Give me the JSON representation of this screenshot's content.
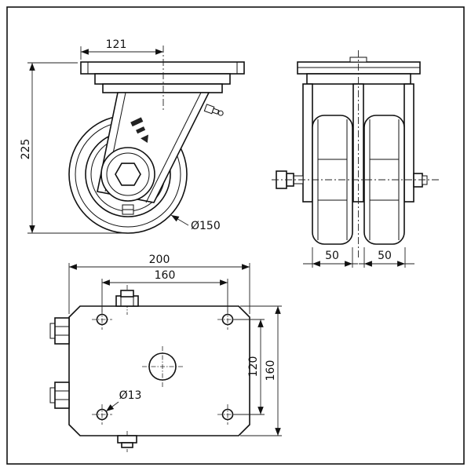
{
  "views": {
    "side": {
      "dims": {
        "swivel_offset_mm": "121",
        "overall_height_mm": "225",
        "wheel_diameter": "Ø150"
      }
    },
    "front": {
      "dims": {
        "wheel_width_left_mm": "50",
        "wheel_width_right_mm": "50"
      }
    },
    "top": {
      "dims": {
        "plate_length_mm": "200",
        "bolt_spacing_length_mm": "160",
        "bolt_spacing_width_mm": "120",
        "plate_width_mm": "160",
        "bolt_hole_diameter": "Ø13"
      }
    }
  }
}
